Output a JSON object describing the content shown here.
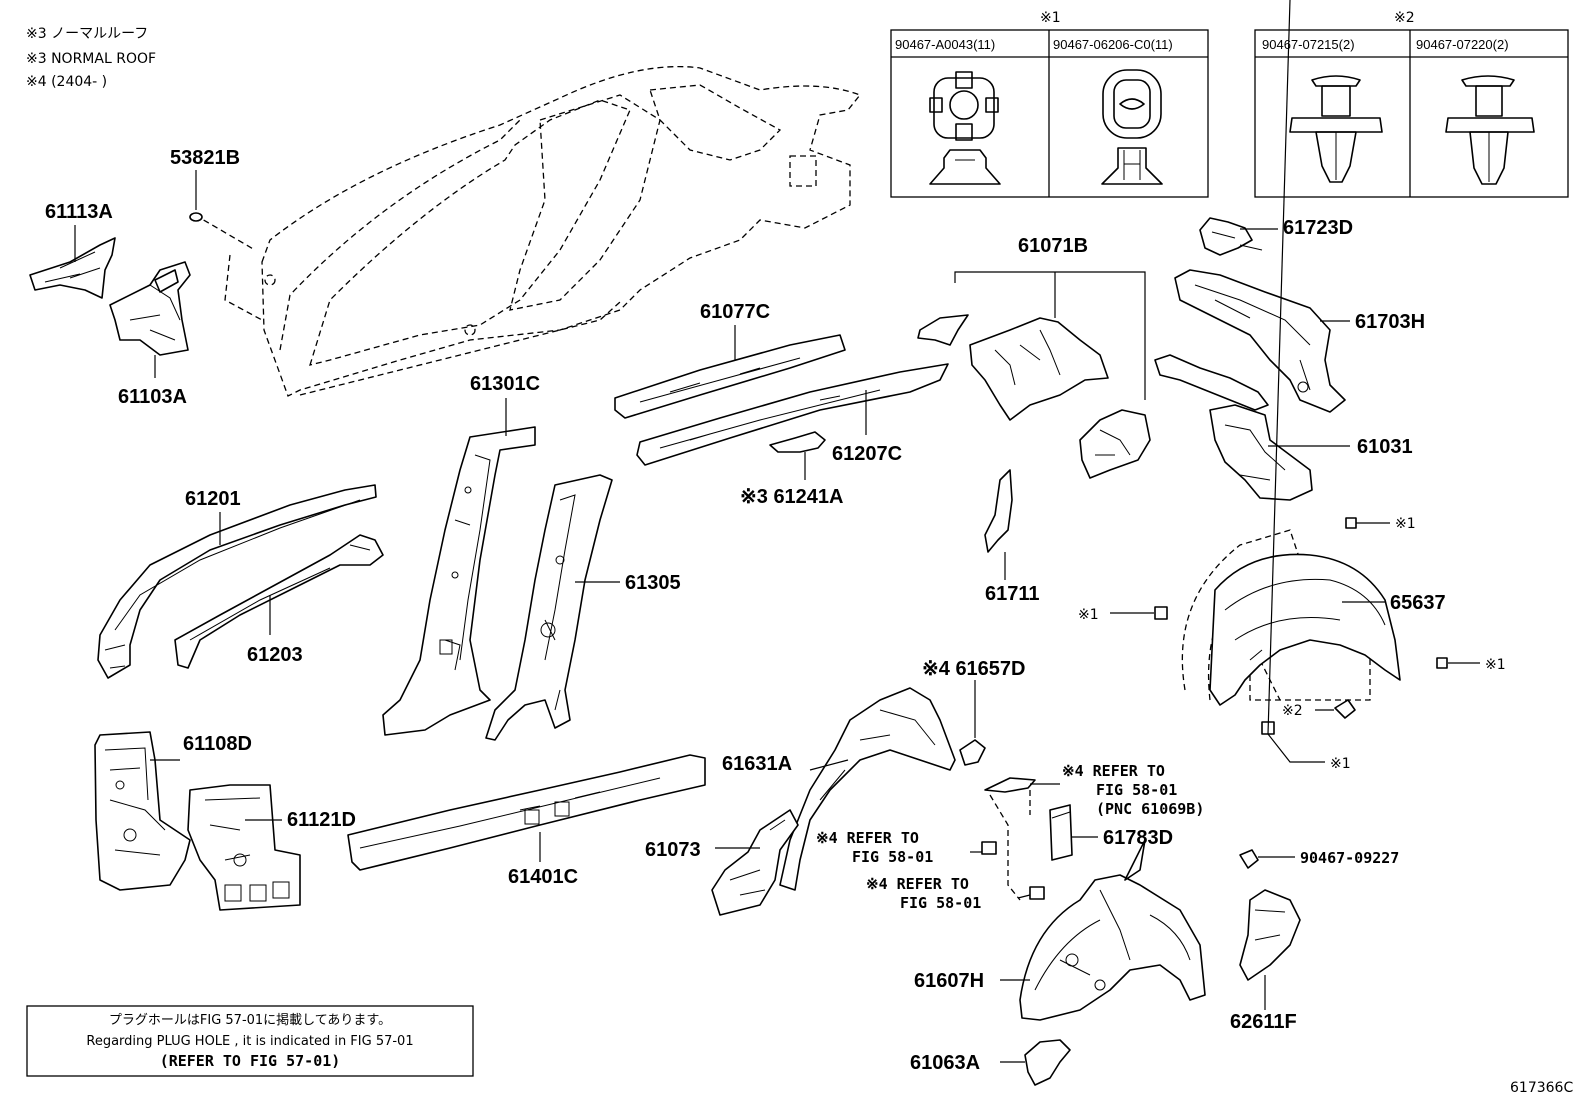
{
  "header_notes": [
    "※3 ノーマルルーフ",
    "※3 NORMAL ROOF",
    "※4 (2404-      )"
  ],
  "fastener_tables": [
    {
      "mark": "※1",
      "cells": [
        "90467-A0043(11)",
        "90467-06206-C0(11)"
      ]
    },
    {
      "mark": "※2",
      "cells": [
        "90467-07215(2)",
        "90467-07220(2)"
      ]
    }
  ],
  "part_labels": [
    "53821B",
    "61113A",
    "61103A",
    "61077C",
    "61071B",
    "61723D",
    "61703H",
    "61301C",
    "61207C",
    "※3 61241A",
    "61031",
    "61201",
    "61305",
    "61203",
    "61711",
    "65637",
    "61108D",
    "61121D",
    "61401C",
    "61631A",
    "61073",
    "※4 61657D",
    "61783D",
    "90467-09227",
    "61607H",
    "62611F",
    "61063A"
  ],
  "refer_notes": [
    [
      "※4 REFER TO",
      "FIG 58-01",
      "(PNC 61069B)"
    ],
    [
      "※4 REFER TO",
      "FIG 58-01"
    ],
    [
      "※4 REFER TO",
      "FIG 58-01"
    ]
  ],
  "callouts": [
    "※1",
    "※1",
    "※1",
    "※1",
    "※2"
  ],
  "plug_hole_note": [
    "プラグホールはFIG 57-01に掲載してあります。",
    "Regarding PLUG HOLE , it is indicated in FIG 57-01",
    "(REFER TO FIG 57-01)"
  ],
  "figure_code": "617366C"
}
